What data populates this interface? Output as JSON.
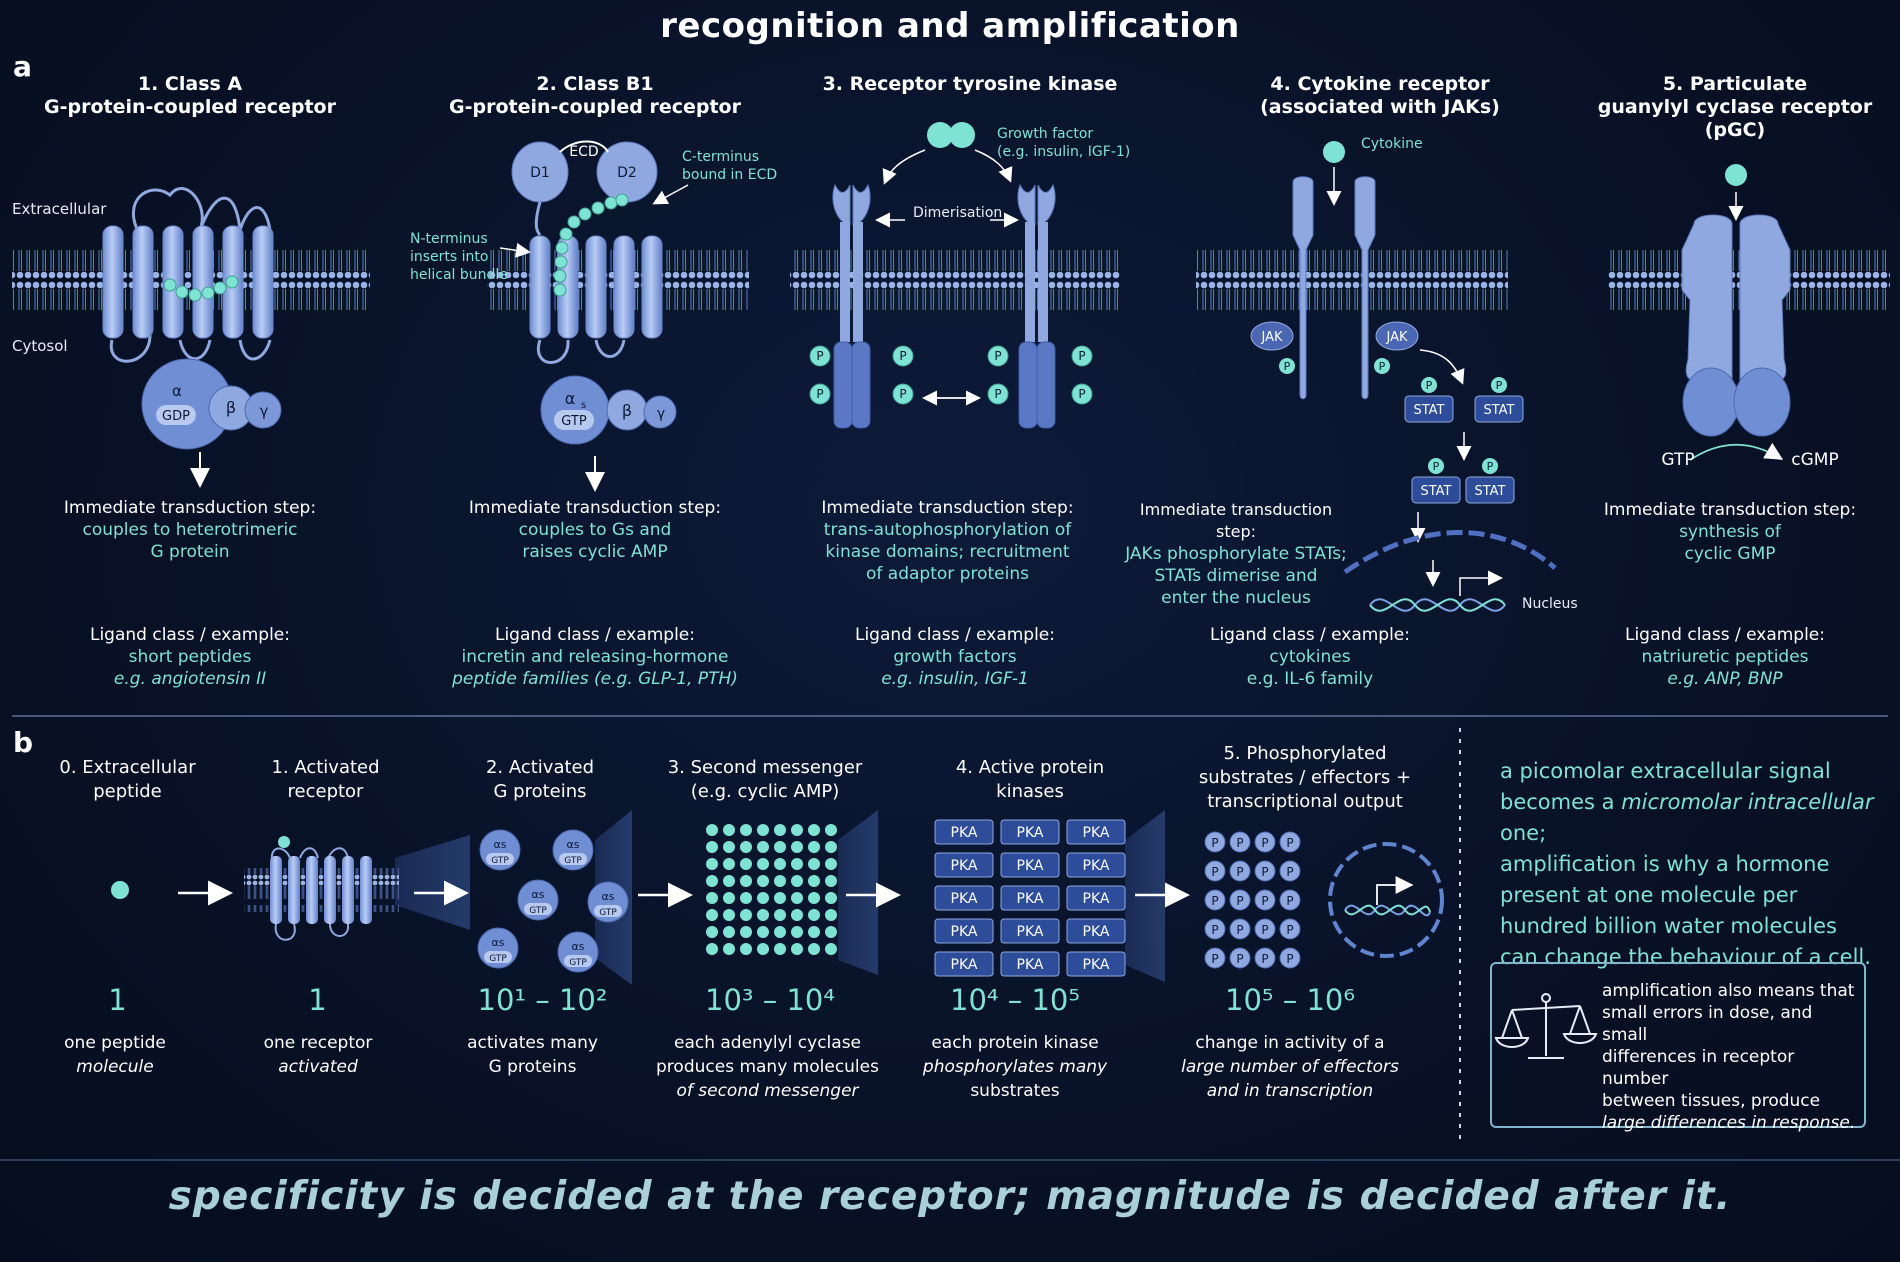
{
  "title": "recognition and amplification",
  "panel_a": {
    "letter": "a",
    "extracellular": "Extracellular",
    "cytosol": "Cytosol",
    "immediate_heading": "Immediate transduction step:",
    "ligand_heading": "Ligand class / example:",
    "classes": [
      {
        "title_line1": "1. Class A",
        "title_line2": "G-protein-coupled receptor",
        "step_line1": "couples to heterotrimeric",
        "step_line2": "G protein",
        "ligand": "short peptides",
        "example": "e.g. angiotensin II",
        "gp_alpha": "α",
        "gp_beta": "β",
        "gp_gamma": "γ",
        "gp_nucleotide": "GDP"
      },
      {
        "title_line1": "2. Class B1",
        "title_line2": "G-protein-coupled receptor",
        "step_line1": "couples to Gs and",
        "step_line2": "raises cyclic AMP",
        "ligand": "incretin and releasing-hormone",
        "example": "peptide families (e.g. GLP-1, PTH)",
        "ecd": "ECD",
        "d1": "D1",
        "d2": "D2",
        "c_terminus_line1": "C-terminus",
        "c_terminus_line2": "bound in ECD",
        "n_terminus_line1": "N-terminus",
        "n_terminus_line2": "inserts into",
        "n_terminus_line3": "helical bundle",
        "gp_alpha": "α",
        "gp_alpha_sub": "s",
        "gp_beta": "β",
        "gp_gamma": "γ",
        "gp_nucleotide": "GTP"
      },
      {
        "title_line1": "3. Receptor tyrosine kinase",
        "title_line2": "",
        "step_line1": "trans-autophosphorylation of",
        "step_line2": "kinase domains; recruitment",
        "step_line3": "of adaptor proteins",
        "ligand": "growth factors",
        "example": "e.g. insulin, IGF-1",
        "growth_factor_line1": "Growth factor",
        "growth_factor_line2": "(e.g. insulin, IGF-1)",
        "dimerisation": "Dimerisation",
        "p": "P"
      },
      {
        "title_line1": "4. Cytokine receptor",
        "title_line2": "(associated with JAKs)",
        "step_line1": "JAKs phosphorylate STATs;",
        "step_line2": "STATs dimerise and",
        "step_line3": "enter the nucleus",
        "ligand": "cytokines",
        "example": "e.g. IL-6 family",
        "cytokine": "Cytokine",
        "jak": "JAK",
        "stat": "STAT",
        "nucleus": "Nucleus",
        "p": "P"
      },
      {
        "title_line1": "5. Particulate",
        "title_line2": "guanylyl cyclase receptor",
        "title_line3": "(pGC)",
        "step_line1": "synthesis of",
        "step_line2": "cyclic GMP",
        "ligand": "natriuretic peptides",
        "example": "e.g. ANP, BNP",
        "gtp": "GTP",
        "cgmp": "cGMP"
      }
    ]
  },
  "panel_b": {
    "letter": "b",
    "stages": [
      {
        "title_line1": "0. Extracellular",
        "title_line2": "peptide",
        "title_line3": "",
        "count": "1",
        "desc_line1": "one peptide",
        "desc_line2": "molecule",
        "desc_line3": ""
      },
      {
        "title_line1": "1. Activated",
        "title_line2": "receptor",
        "title_line3": "",
        "count": "1",
        "desc_line1": "one receptor",
        "desc_line2": "activated",
        "desc_line3": ""
      },
      {
        "title_line1": "2. Activated",
        "title_line2": "G proteins",
        "title_line3": "",
        "count": "10¹ – 10²",
        "desc_line1": "activates many",
        "desc_line2": "G proteins",
        "desc_line3": ""
      },
      {
        "title_line1": "3. Second messenger",
        "title_line2": "(e.g. cyclic AMP)",
        "title_line3": "",
        "count": "10³ – 10⁴",
        "desc_line1": "each adenylyl cyclase",
        "desc_line2": "produces many molecules",
        "desc_line3": "of second messenger"
      },
      {
        "title_line1": "4. Active protein",
        "title_line2": "kinases",
        "title_line3": "",
        "count": "10⁴ – 10⁵",
        "desc_line1": "each protein kinase",
        "desc_line2": "phosphorylates many",
        "desc_line3": "substrates"
      },
      {
        "title_line1": "5. Phosphorylated",
        "title_line2": "substrates / effectors +",
        "title_line3": "transcriptional output",
        "count": "10⁵ – 10⁶",
        "desc_line1": "change in activity of a",
        "desc_line2": "large number of effectors",
        "desc_line3": "and in transcription"
      }
    ],
    "pka_label": "PKA",
    "gtp_label": "GTP",
    "alpha_s": "αs",
    "p_label": "P",
    "quote": {
      "l1": "a picomolar extracellular signal",
      "l2a": "becomes a ",
      "l2b": "micromolar intracellular",
      "l2c": " one;",
      "l3": "amplification is why a hormone",
      "l4": "present at one molecule per",
      "l5": "hundred billion water molecules",
      "l6": "can change the behaviour of a cell."
    },
    "box": {
      "l1": "amplification also means that",
      "l2": "small errors in dose, and small",
      "l3": "differences in receptor number",
      "l4": "between tissues, produce",
      "l5": "large differences in response."
    }
  },
  "footer": "specificity is decided at the receptor; magnitude is decided after it.",
  "colors": {
    "background": "#081126",
    "teal": "#7fe3d3",
    "receptor_blue": "#8fa9e0",
    "dark_blue": "#5a78c4"
  }
}
